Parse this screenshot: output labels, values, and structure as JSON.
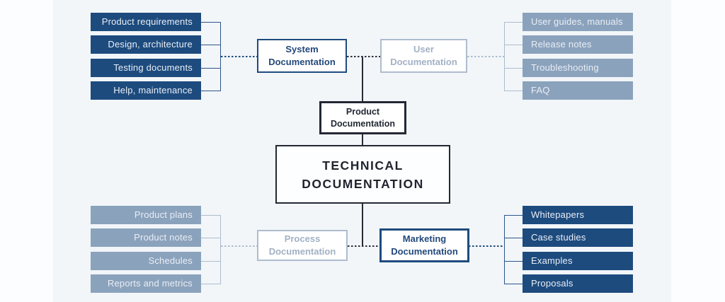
{
  "root": {
    "label": "TECHNICAL DOCUMENTATION"
  },
  "product": {
    "label": "Product Documentation"
  },
  "branches": {
    "system": {
      "label": "System Documentation",
      "items": [
        "Product requirements",
        "Design, architecture",
        "Testing documents",
        "Help, maintenance"
      ]
    },
    "user": {
      "label": "User Documentation",
      "items": [
        "User guides, manuals",
        "Release notes",
        "Troubleshooting",
        "FAQ"
      ]
    },
    "process": {
      "label": "Process Documentation",
      "items": [
        "Product plans",
        "Product notes",
        "Schedules",
        "Reports and metrics"
      ]
    },
    "marketing": {
      "label": "Marketing Documentation",
      "items": [
        "Whitepapers",
        "Case studies",
        "Examples",
        "Proposals"
      ]
    }
  },
  "colors": {
    "dark_navy_fill": "#1d4b7e",
    "light_blue_fill": "#8ba2bc",
    "navy_border_text": "#1e4b7e",
    "muted_border": "#aebcce",
    "muted_text": "#a2b1c5",
    "ink": "#232833",
    "panel_background": "#f2f6f9",
    "leaf_text": "#e9eef6"
  }
}
